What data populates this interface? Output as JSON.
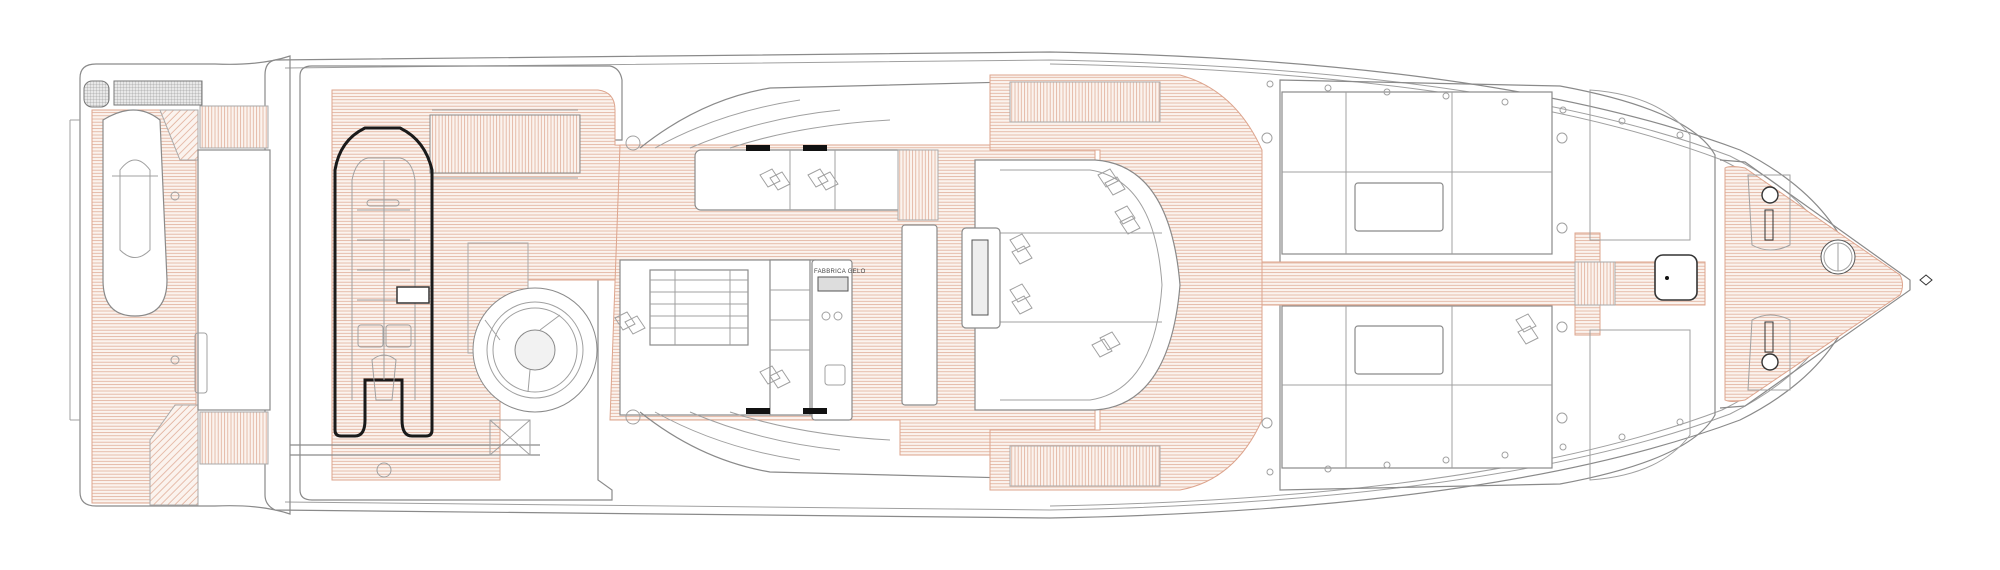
{
  "drawing": {
    "type": "yacht-deck-plan",
    "view": "top / upper deck",
    "orientation": "stern-left, bow-right",
    "colors": {
      "background": "#ffffff",
      "outline": "#8a8a8a",
      "teak_deck": "#d9a089",
      "teak_fill": "#f6ebe4",
      "tender_outline": "#1a1a1a",
      "black_fixtures": "#111111"
    },
    "labels": {
      "ice_maker": "FABBRICA GELO"
    },
    "zones": [
      {
        "name": "swim-platform",
        "contents": [
          "jet-ski",
          "boarding-steps"
        ]
      },
      {
        "name": "aft-deck",
        "contents": [
          "tender-rib",
          "davit-crane",
          "sunpad"
        ]
      },
      {
        "name": "jacuzzi-area",
        "contents": [
          "circular-hot-tub",
          "lounge-chairs"
        ]
      },
      {
        "name": "wet-bar",
        "contents": [
          "ice-maker",
          "cooktop",
          "sink",
          "stairs"
        ]
      },
      {
        "name": "helm-station",
        "contents": [
          "helm-console",
          "curved-sofa",
          "armchairs"
        ]
      },
      {
        "name": "foredeck",
        "contents": [
          "sunpads",
          "central-walkway",
          "hatch"
        ]
      },
      {
        "name": "bow",
        "contents": [
          "windlasses",
          "anchor-locker",
          "bow-fitting"
        ]
      }
    ]
  }
}
